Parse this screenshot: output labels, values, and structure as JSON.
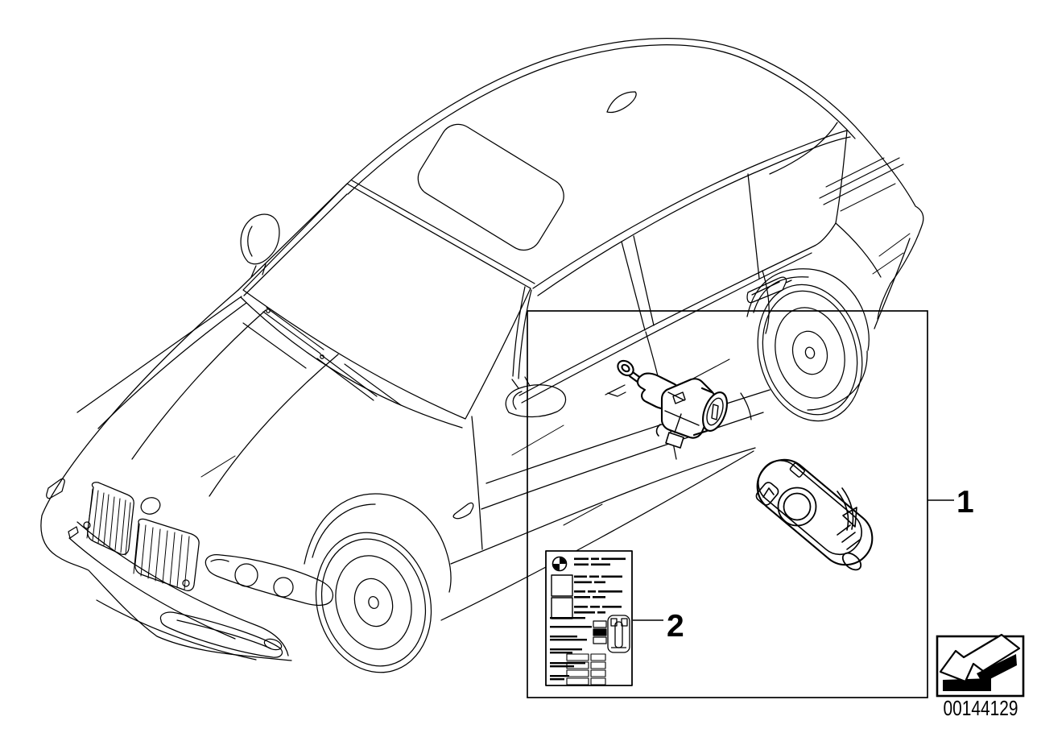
{
  "page": {
    "background_color": "#ffffff",
    "ink_color": "#000000"
  },
  "diagram": {
    "type": "parts-line-drawing",
    "drawing_number": "00144129",
    "callouts": [
      {
        "label": "1"
      },
      {
        "label": "2"
      }
    ],
    "figures": [
      "car-three-quarter-view",
      "door-lock-cylinder-with-key",
      "remote-control-key",
      "instruction-label"
    ],
    "nav_icon": "direction-arrow-icon"
  }
}
